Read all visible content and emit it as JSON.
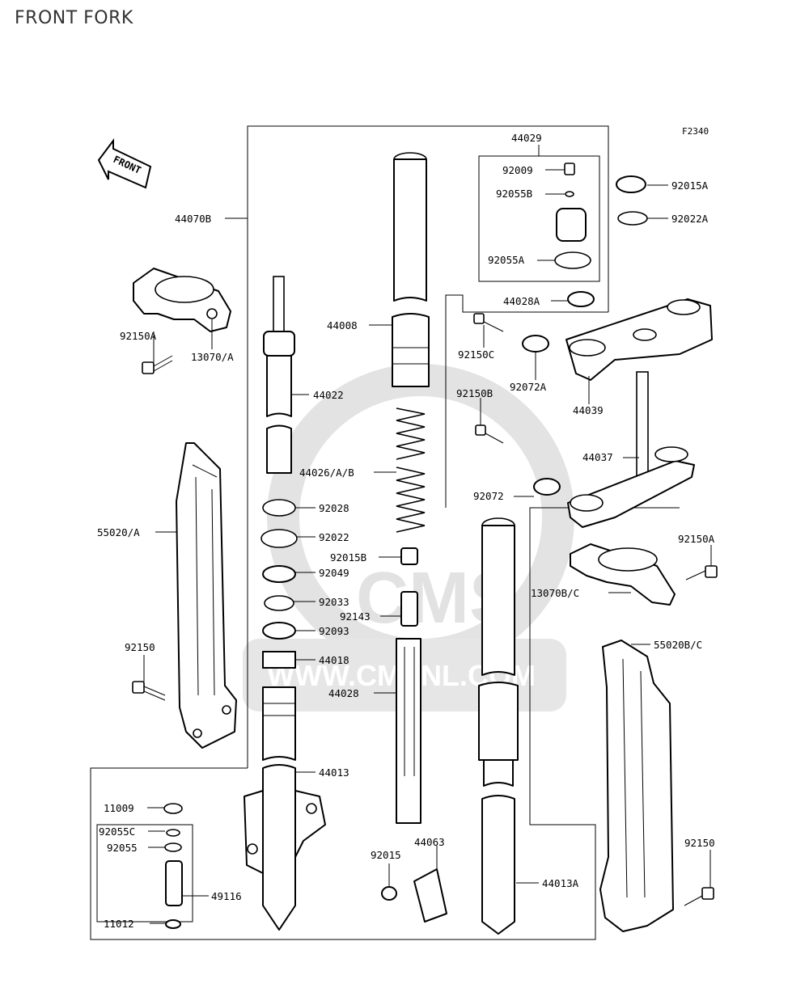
{
  "title": "FRONT FORK",
  "figure_id": "F2340",
  "front_arrow": "FRONT",
  "watermark": {
    "logo": "CMS",
    "url": "WWW.CMSNL.COM"
  },
  "callouts": {
    "c44029": "44029",
    "c92009": "92009",
    "c92055B": "92055B",
    "c92055A": "92055A",
    "c44028A": "44028A",
    "c92015A": "92015A",
    "c92022A": "92022A",
    "c44070B": "44070B",
    "c92150A_l": "92150A",
    "c13070A": "13070/A",
    "c44008": "44008",
    "c44022": "44022",
    "c92150C": "92150C",
    "c92072A": "92072A",
    "c44039": "44039",
    "c92150B": "92150B",
    "c44037": "44037",
    "c44026": "44026/A/B",
    "c92028": "92028",
    "c92072": "92072",
    "c55020A": "55020/A",
    "c92022": "92022",
    "c92150A_r": "92150A",
    "c92015B": "92015B",
    "c92049": "92049",
    "c13070BC": "13070B/C",
    "c92033": "92033",
    "c92143": "92143",
    "c92093": "92093",
    "c55020BC": "55020B/C",
    "c92150_l": "92150",
    "c44018": "44018",
    "c44028": "44028",
    "c44013": "44013",
    "c11009": "11009",
    "c92055C": "92055C",
    "c92055": "92055",
    "c92015": "92015",
    "c44063": "44063",
    "c92150_r": "92150",
    "c49116": "49116",
    "c44013A": "44013A",
    "c11012": "11012"
  }
}
